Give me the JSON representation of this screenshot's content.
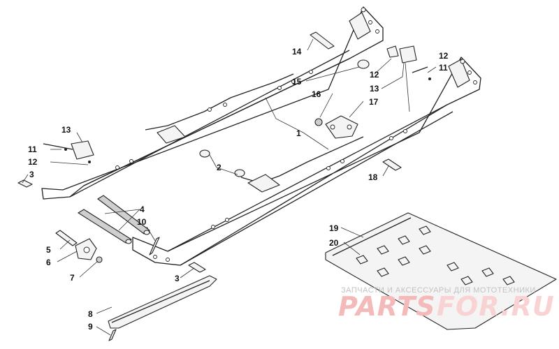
{
  "diagram": {
    "callouts": {
      "c1": "1",
      "c2": "2",
      "c3a": "3",
      "c3b": "3",
      "c4": "4",
      "c5": "5",
      "c6": "6",
      "c7": "7",
      "c8": "8",
      "c9": "9",
      "c10": "10",
      "c11a": "11",
      "c11b": "11",
      "c12a": "12",
      "c12b": "12",
      "c12c": "12",
      "c13a": "13",
      "c13b": "13",
      "c14": "14",
      "c15": "15",
      "c16": "16",
      "c17": "17",
      "c18": "18",
      "c19": "19",
      "c20": "20"
    }
  },
  "watermark": {
    "tagline": "ЗАПЧАСТИ И АКСЕССУАРЫ ДЛЯ МОТОТЕХНИКИ",
    "brand_left": "PARTS",
    "brand_right": "FOR.RU",
    "colors": {
      "brand_left": "#f4b9b9",
      "brand_right": "#f9d3d3",
      "tagline": "#c2c2c2"
    }
  }
}
